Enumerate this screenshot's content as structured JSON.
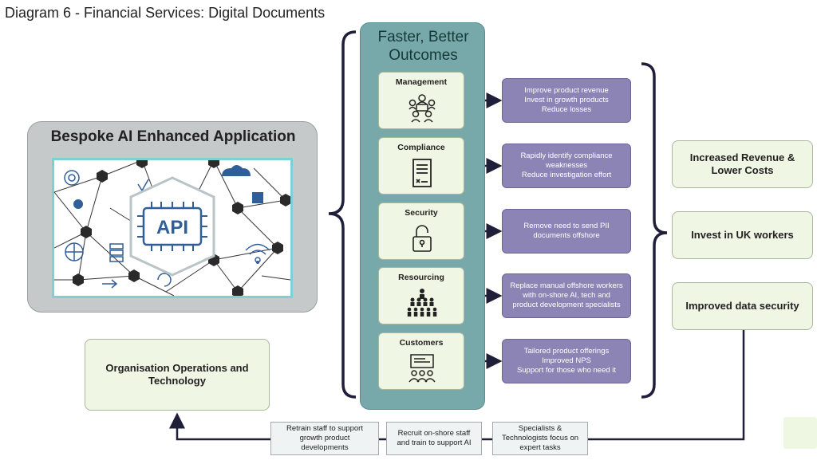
{
  "title": "Diagram 6 - Financial Services: Digital Documents",
  "application": {
    "title": "Bespoke AI Enhanced Application",
    "chip_label": "API"
  },
  "organisation_box": "Organisation Operations and Technology",
  "outcomes": {
    "title_line1": "Faster, Better",
    "title_line2": "Outcomes",
    "categories": [
      {
        "label": "Management",
        "icon": "team-meeting-icon"
      },
      {
        "label": "Compliance",
        "icon": "document-icon"
      },
      {
        "label": "Security",
        "icon": "padlock-icon"
      },
      {
        "label": "Resourcing",
        "icon": "workforce-icon"
      },
      {
        "label": "Customers",
        "icon": "presentation-icon"
      }
    ]
  },
  "benefits": [
    {
      "lines": [
        "Improve product revenue",
        "Invest in growth products",
        "Reduce losses"
      ]
    },
    {
      "lines": [
        "Rapidly identify compliance",
        "weaknesses",
        "Reduce investigation effort"
      ]
    },
    {
      "lines": [
        "Remove need to send PII",
        "documents offshore"
      ]
    },
    {
      "lines": [
        "Replace manual offshore workers",
        "with on-shore AI, tech and",
        "product development specialists"
      ]
    },
    {
      "lines": [
        "Tailored product offerings",
        "Improved NPS",
        "Support for those who need it"
      ]
    }
  ],
  "results": [
    {
      "line1": "Increased Revenue &",
      "line2": "Lower Costs"
    },
    {
      "line1": "Invest in UK workers",
      "line2": ""
    },
    {
      "line1": "Improved data security",
      "line2": ""
    }
  ],
  "steps": [
    {
      "lines": [
        "Retrain staff to support",
        "growth product",
        "developments"
      ]
    },
    {
      "lines": [
        "Recruit on-shore staff",
        "and train to support AI"
      ]
    },
    {
      "lines": [
        "Specialists &",
        "Technologists focus on",
        "expert tasks"
      ]
    }
  ],
  "colors": {
    "teal_panel": "#78a9aa",
    "purple_box": "#8d84b6",
    "green_box": "#eff6e3",
    "arrow": "#1f1f3a"
  }
}
